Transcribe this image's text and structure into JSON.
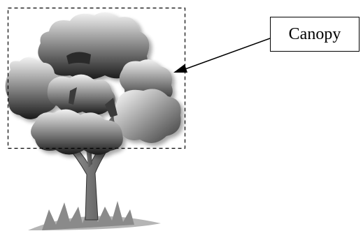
{
  "annotation": {
    "label": "Canopy"
  },
  "colors": {
    "outline": "#000000",
    "foliage_light": "#f2f2f2",
    "foliage_dark": "#1a1a1a",
    "trunk": "#6e6e6e",
    "grass": "#8a8a8a"
  },
  "icons": {
    "tree": "tree-illustration",
    "arrow": "pointer-arrow"
  }
}
